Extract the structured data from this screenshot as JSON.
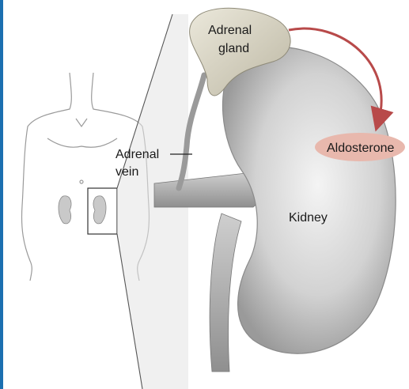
{
  "labels": {
    "adrenal_gland_line1": "Adrenal",
    "adrenal_gland_line2": "gland",
    "adrenal_vein_line1": "Adrenal",
    "adrenal_vein_line2": "vein",
    "aldosterone": "Aldosterone",
    "kidney": "Kidney"
  },
  "colors": {
    "frame_accent": "#1b6fb0",
    "arrow": "#b84a4a",
    "aldosterone_fill": "#e8b8ad",
    "kidney_fill": "#d6d6d6",
    "gland_fill": "#d9d6c9"
  }
}
